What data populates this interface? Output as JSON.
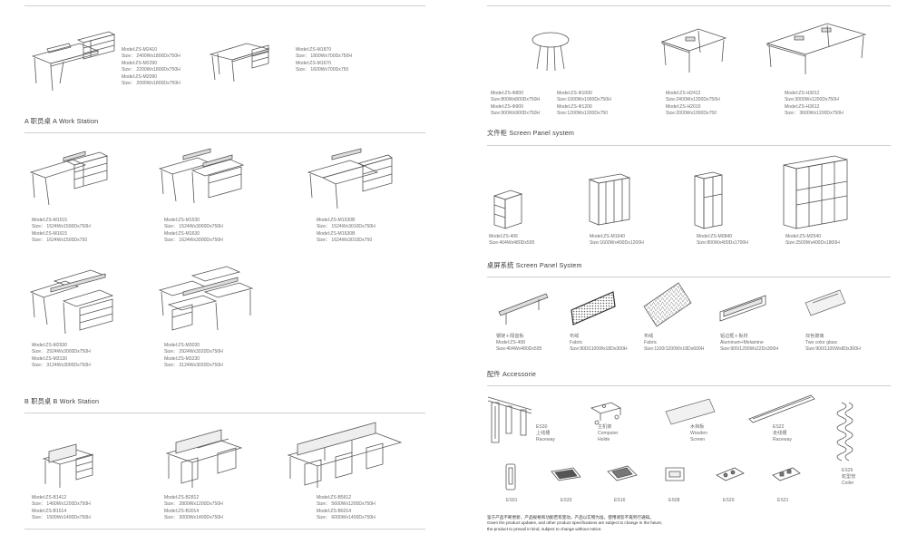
{
  "left": {
    "sections": {
      "a": "A 职员桌   A Work Station",
      "b": "B 职员桌   B Work Station"
    },
    "products": {
      "m2410": [
        "Model:ZS-M2410",
        "Size： 2400Wx1800Dx750H",
        "Model:ZS-M2290",
        "Size： 2200Wx1800Dx750H",
        "Model:ZS-M2090",
        "Size： 2000Wx1800Dx750H"
      ],
      "m1870": [
        "Model:ZS-M1870",
        "Size： 1800Wx700Dx750H",
        "Model:ZS-M1670",
        "Size： 1600Wx700Dx750"
      ],
      "m1515": [
        "Model:ZS-M1515",
        "Size： 1524Wx1500Dx750H",
        "Model:ZS-M1615",
        "Size： 1624Wx1500Dx750"
      ],
      "m1530": [
        "Model:ZS-M1530",
        "Size： 1524Wx3000Dx750H",
        "Model:ZS-M1630",
        "Size： 1624Wx3000Dx750H"
      ],
      "m1530b": [
        "Model:ZS-M1530B",
        "Size： 1524Wx3010Dx750H",
        "Model:ZS-M1630B",
        "Size： 1624Wx3010Dx750"
      ],
      "m2930": [
        "Model:ZS-M2930",
        "Size： 2924Wx3000Dx750H",
        "Model:ZS-M3130",
        "Size： 3124Wx3000Dx750H"
      ],
      "m3030": [
        "Model:ZS-M3030",
        "Size： 2924Wx3020Dx750H",
        "Model:ZS-M3230",
        "Size： 3124Wx3020Dx750H"
      ],
      "b1412": [
        "Model:ZS-B1412",
        "Size： 1400Wx1200Dx750H",
        "Model:ZS-B1514",
        "Size： 1500Wx1400Dx750H"
      ],
      "b2812": [
        "Model:ZS-B2812",
        "Size： 2800Wx1200Dx750H",
        "Model:ZS-B3014",
        "Size： 3000Wx1400Dx750H"
      ],
      "b5612": [
        "Model:ZS-B5612",
        "Size： 5600Wx1200Dx750H",
        "Model:ZS-B6014",
        "Size： 6000Wx1400Dx750H"
      ]
    }
  },
  "right": {
    "sections": {
      "cabinet": "文件柜   Screen Panel system",
      "screen": "桌屏系统   Screen Panel System",
      "acc": "配件  Accessorie"
    },
    "tables": {
      "round": [
        "Model:ZS-Φ800",
        "Size:800Wx800Dx750H",
        "Model:ZS-Φ900",
        "Size:900Wx900Dx750H"
      ],
      "round2": [
        "Model:ZS-Φ1000",
        "Size:1000Wx1000Dx750H",
        "Model:ZS-Φ1200",
        "Size:1200Wx1200Dx750"
      ],
      "h2412": [
        "Model:ZS-H2412",
        "Size:2400Wx1200Dx750H",
        "Model:ZS-H2010",
        "Size:2000Wx1000Dx750"
      ],
      "h3012": [
        "Model:ZS-H3012",
        "Size:3000Wx1200Dx750H",
        "Model:ZS-H3612",
        "Size： 3600Wx1200Dx750H"
      ]
    },
    "cabinets": {
      "c406": [
        "Model:ZS-406",
        "Size:404Wx480Dx595"
      ],
      "c1640": [
        "Model:ZS-M1640",
        "Size:1600Wx400Dx1200H"
      ],
      "c0840": [
        "Model:ZS-M0840",
        "Size:800Wx400Dx1700H"
      ],
      "c2540": [
        "Model:ZS-M2540",
        "Size:2500Wx400Dx1800H"
      ]
    },
    "screens": {
      "s1": [
        "钢架＋隔音板",
        "Model:ZS-408",
        "Size:404Wx480Dx595"
      ],
      "s2": [
        "布绒",
        "Fabric",
        "Size:900/1100Wx18Dx300H"
      ],
      "s3": [
        "布绒",
        "Fabric",
        "Size:1100/1200Wx18Dx600H"
      ],
      "s4": [
        "铝边框＋板材",
        "Aluminum+Melamine",
        "Size:900/1200Wx22Dx300H"
      ],
      "s5": [
        "双色玻璃",
        "Two color glass",
        "Size:900/1100Wx8Dx300H"
      ]
    },
    "acc": {
      "es30": [
        "ES30",
        "上线槽",
        "Raceway"
      ],
      "cpu": [
        "主机架",
        "Computer",
        "Holde"
      ],
      "wood": [
        "木挡板",
        "Wooden",
        "Screen"
      ],
      "es22": [
        "ES22",
        "走线槽",
        "Raceway"
      ],
      "es26": [
        "ES26",
        "蛇型管",
        "Coiler"
      ],
      "es01": "ES01",
      "es33": "ES33",
      "es16": "ES16",
      "es08": "ES08",
      "es20": "ES20",
      "es21": "ES21"
    },
    "notice": [
      "鉴于产品不断更新，产品规格和功能若有变动，产品以实物为准，使用请恕不再另行通知。",
      "Given the product updates, and other product specifications are subject to change in the future,",
      "the product to prevail in kind, subject to change without notice."
    ]
  }
}
